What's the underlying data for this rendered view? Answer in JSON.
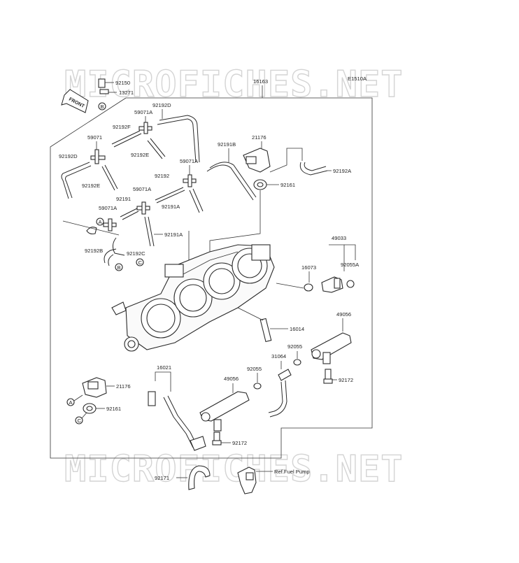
{
  "watermark": "MICROFICHES.NET",
  "diagram_code": "E1510A",
  "front_label": "FRONT",
  "ref_note": "Ref.Fuel Pump",
  "callout_letters": [
    "A",
    "B",
    "C"
  ],
  "part_numbers": {
    "p92150": "92150",
    "p13271": "13271",
    "p16163": "16163",
    "p92192d_top": "92192D",
    "p59071a_top": "59071A",
    "p92192f": "92192F",
    "p59071": "59071",
    "p92192e_mid": "92192E",
    "p92192d_left": "92192D",
    "p92192e_left": "92192E",
    "p92191b": "92191B",
    "p21176_top": "21176",
    "p92192a": "92192A",
    "p92161_top": "92161",
    "p59071a_mid": "59071A",
    "p92192": "92192",
    "p59071a_low": "59071A",
    "p92191": "92191",
    "p92191a_a": "92191A",
    "p59071a_left": "59071A",
    "p92191a_b": "92191A",
    "p92192b": "92192B",
    "p92192c": "92192C",
    "p49033": "49033",
    "p16073": "16073",
    "p92055a": "92055A",
    "p16014": "16014",
    "p49056_right": "49056",
    "p92055_right": "92055",
    "p31064": "31064",
    "p92055_mid": "92055",
    "p49056_mid": "49056",
    "p92172_right": "92172",
    "p16021": "16021",
    "p21176_low": "21176",
    "p92161_low": "92161",
    "p92172_low": "92172",
    "p92171": "92171"
  }
}
